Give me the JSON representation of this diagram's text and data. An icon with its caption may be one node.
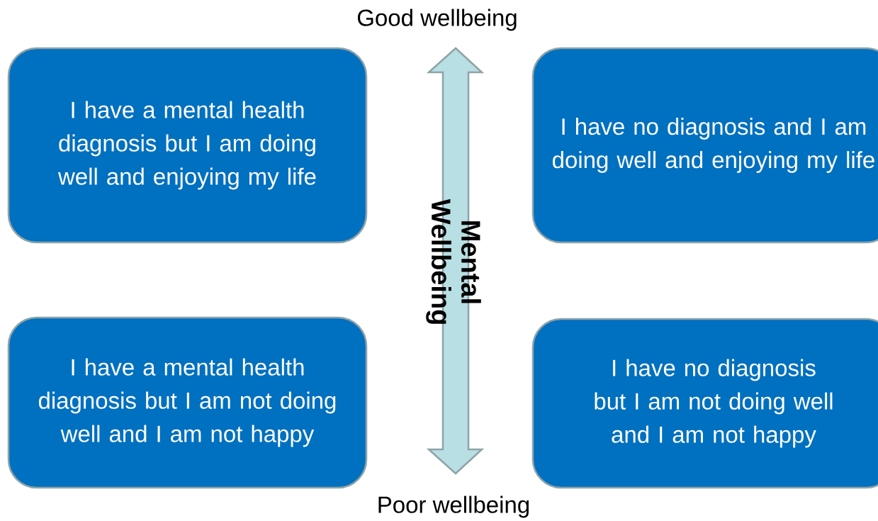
{
  "diagram": {
    "nodes": [
      {
        "text": [
          "I have a mental health diagnosis but I am doing well and enjoying my life"
        ]
      },
      {
        "text": [
          "I have no diagnosis and I am doing well and enjoying my life"
        ]
      },
      {
        "text": [
          "I have a mental health diagnosis but I am not doing well and I am not happy"
        ]
      },
      {
        "text": [
          "I have no diagnosis but I am not doing well and I am not happy"
        ]
      }
    ],
    "labels": [
      "Good wellbeing",
      "Mental Wellbeing",
      "Poor wellbeing"
    ]
  }
}
